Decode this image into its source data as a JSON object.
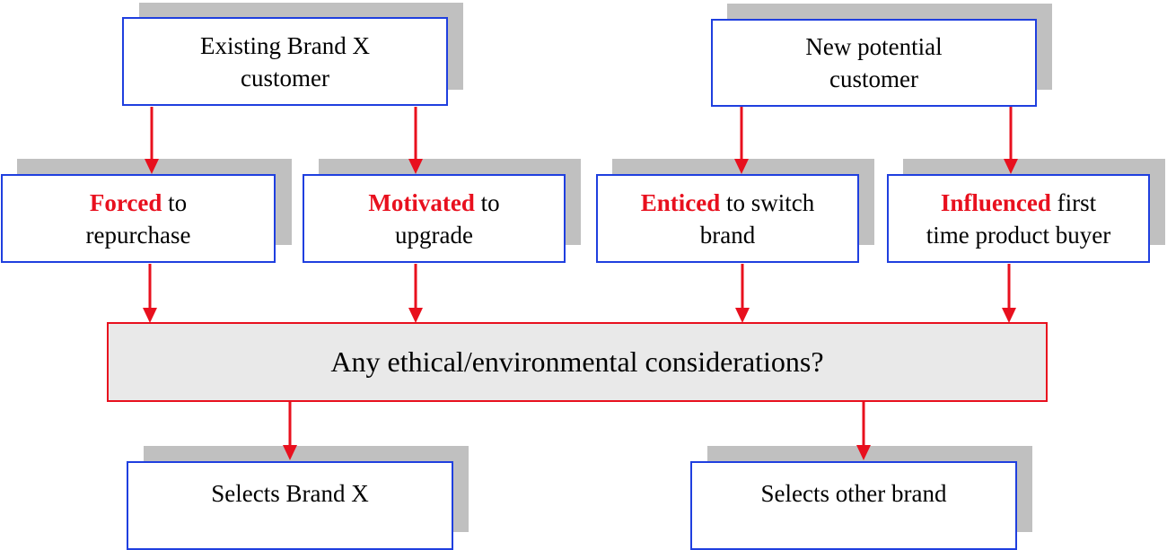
{
  "colors": {
    "box_border": "#1f3fdf",
    "arrow": "#e8101e",
    "highlight": "#e8101e",
    "shadow": "#c0c0c0",
    "decision_fill": "#e9e9e9"
  },
  "sources": {
    "existing": {
      "line1": "Existing Brand X",
      "line2": "customer"
    },
    "new": {
      "line1": "New potential",
      "line2": "customer"
    }
  },
  "paths": {
    "forced": {
      "keyword": "Forced",
      "rest1": " to",
      "line2": "repurchase"
    },
    "motivated": {
      "keyword": "Motivated",
      "rest1": " to",
      "line2": "upgrade"
    },
    "enticed": {
      "keyword": "Enticed",
      "rest1": " to switch",
      "line2": "brand"
    },
    "influenced": {
      "keyword": "Influenced",
      "rest1": " first",
      "line2": "time product buyer"
    }
  },
  "decision": {
    "label": "Any ethical/environmental considerations?"
  },
  "outcomes": {
    "brand_x": "Selects Brand X",
    "other": "Selects other brand"
  }
}
